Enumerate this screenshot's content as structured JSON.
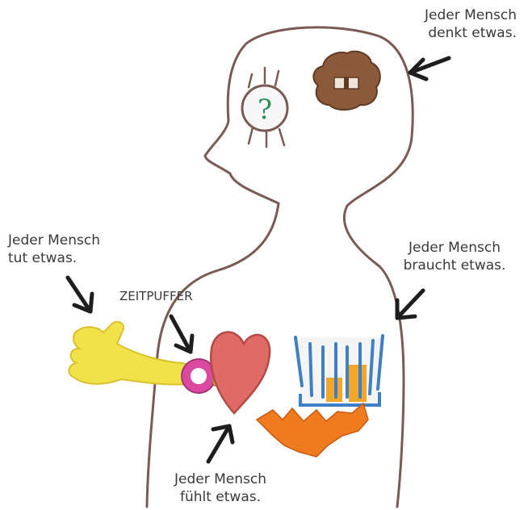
{
  "labels": {
    "thinks": {
      "line1": "Jeder Mensch",
      "line2": "denkt etwas."
    },
    "does": {
      "line1": "Jeder Mensch",
      "line2": "tut etwas."
    },
    "needs": {
      "line1": "Jeder Mensch",
      "line2": "braucht etwas."
    },
    "buffer": "ZEITPUFFER",
    "feels": {
      "line1": "Jeder Mensch",
      "line2": "fühlt etwas."
    }
  },
  "symbols": {
    "eye_mark": "?"
  },
  "colors": {
    "outline": "#7a5a55",
    "heart": "#e06a66",
    "hand": "#f2e24a",
    "buffer_ring": "#d94aa0",
    "brain": "#8b5a3a",
    "stomach_blue": "#3f7fc4",
    "stomach_orange": "#f2a62a",
    "intestine": "#f07a1e",
    "eye_green": "#2f8f5a",
    "arrow": "#1e1e1e"
  }
}
